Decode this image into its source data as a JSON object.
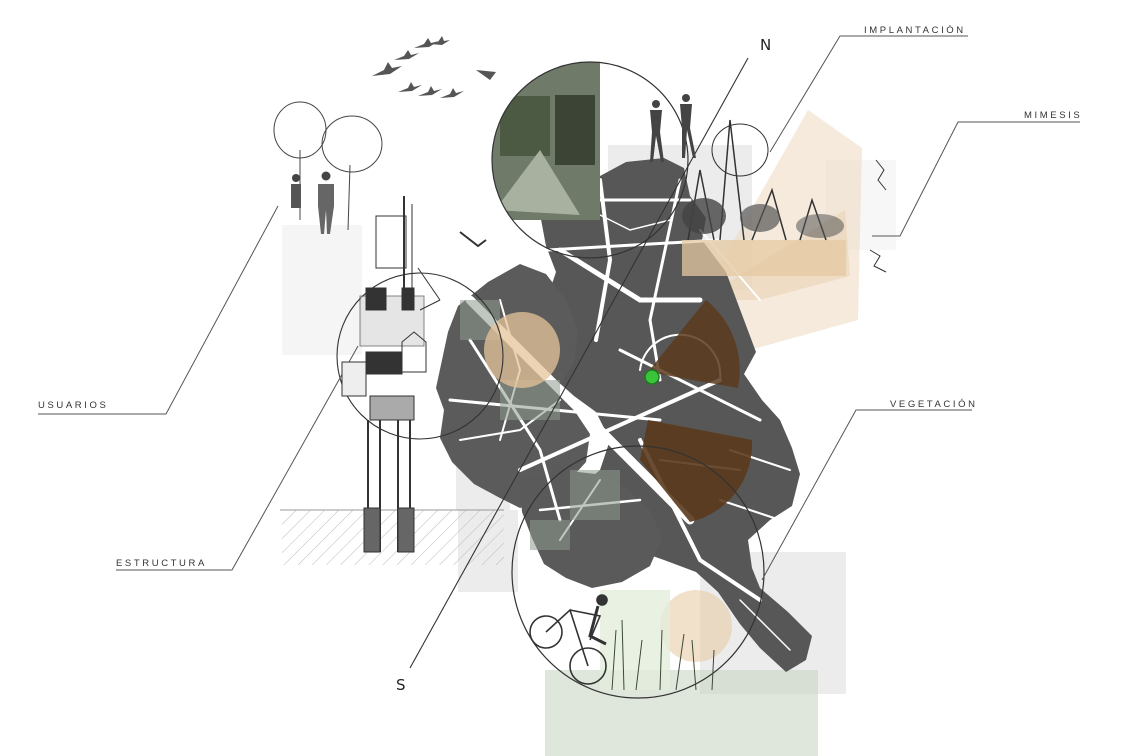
{
  "compass": {
    "north": "N",
    "south": "S"
  },
  "labels": {
    "implantacion": "IMPLANTACIÓN",
    "mimesis": "MIMESIS",
    "usuarios": "USUARIOS",
    "vegetacion": "VEGETACIÓN",
    "estructura": "ESTRUCTURA"
  },
  "colors": {
    "map": "#575757",
    "streets": "#ffffff",
    "tan": "#e8c9a0",
    "brown": "#5a3a1c",
    "accent_green": "#39c43a",
    "line": "#444444"
  }
}
